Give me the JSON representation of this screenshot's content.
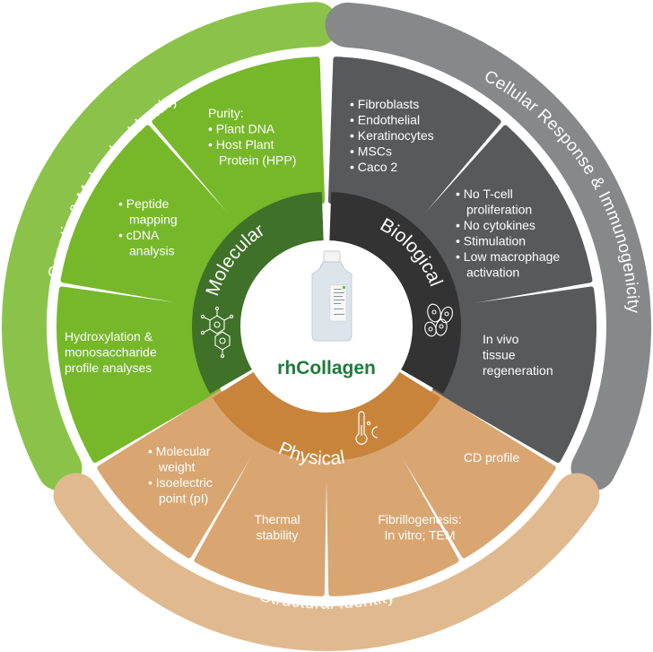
{
  "center": {
    "title": "rhCollagen",
    "image": "bottle-icon"
  },
  "colors": {
    "molecular_outer": "#8bc34a",
    "molecular_mid": "#76b82a",
    "molecular_inner": "#3f7128",
    "biological_outer": "#87888a",
    "biological_mid": "#58595b",
    "biological_inner": "#333334",
    "physical_outer": "#e0b98e",
    "physical_mid": "#d9a672",
    "physical_inner": "#c8843b",
    "center_title": "#1e7a3c"
  },
  "outer_arcs": [
    {
      "id": "genetic",
      "label": "Genetic & Molecular Identity"
    },
    {
      "id": "cellular",
      "label": "Cellular Response & Immunogenicity"
    },
    {
      "id": "structural",
      "label": "Structural Identity"
    }
  ],
  "categories": [
    {
      "id": "molecular",
      "label": "Molecular",
      "icon": "molecule-icon"
    },
    {
      "id": "biological",
      "label": "Biological",
      "icon": "cells-icon"
    },
    {
      "id": "physical",
      "label": "Physical",
      "icon": "thermometer-icon"
    }
  ],
  "segments": {
    "molecular": [
      {
        "lines": [
          "Hydroxylation &",
          "monosaccharide",
          "profile analyses"
        ],
        "bullets": false
      },
      {
        "lines": [
          "• Peptide",
          "  mapping",
          "• cDNA",
          "  analysis"
        ],
        "bullets": true
      },
      {
        "lines": [
          "Purity:",
          "• Plant DNA",
          "• Host Plant",
          "  Protein (HPP)"
        ],
        "bullets": true
      }
    ],
    "biological": [
      {
        "lines": [
          "• Fibroblasts",
          "• Endothelial",
          "• Keratinocytes",
          "• MSCs",
          "• Caco 2"
        ],
        "bullets": true
      },
      {
        "lines": [
          "• No T-cell",
          "  proliferation",
          "• No cytokines",
          "• Stimulation",
          "• Low macrophage",
          "  activation"
        ],
        "bullets": true
      },
      {
        "lines": [
          "In vivo",
          "tissue",
          "regeneration"
        ],
        "bullets": false
      }
    ],
    "physical": [
      {
        "lines": [
          "CD profile"
        ],
        "bullets": false
      },
      {
        "lines": [
          "Fibrillogenesis:",
          "In vitro; TEM"
        ],
        "bullets": false
      },
      {
        "lines": [
          "Thermal",
          "stability"
        ],
        "bullets": false
      },
      {
        "lines": [
          "• Molecular",
          "  weight",
          "• Isoelectric",
          "  point (pI)"
        ],
        "bullets": true
      }
    ]
  }
}
